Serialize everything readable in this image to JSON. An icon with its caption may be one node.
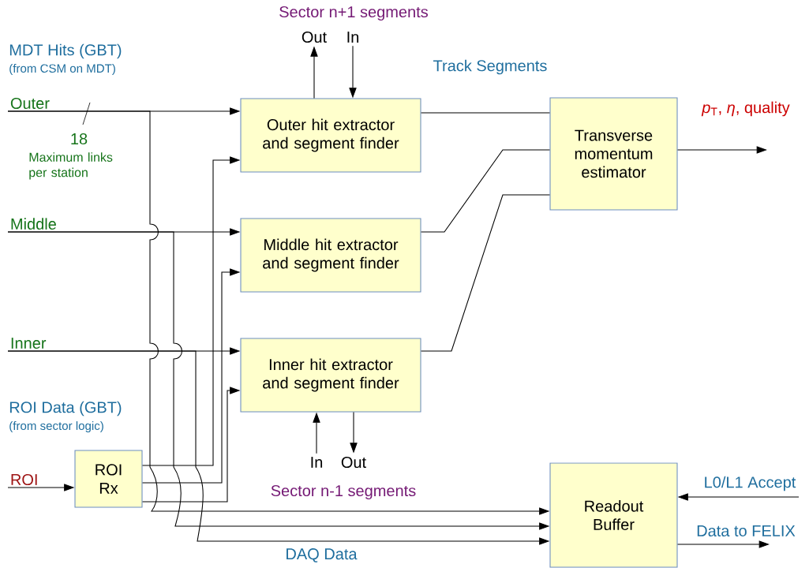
{
  "diagram": {
    "nodes": [
      {
        "text": [
          "Out"
        ]
      },
      {
        "text": [
          "In"
        ]
      },
      {
        "text": [
          "Outer"
        ]
      },
      {
        "text": [
          "Outer hit extractor and segment finder"
        ]
      },
      {
        "text": [
          "Transverse momentum estimator"
        ]
      },
      {
        "text": [
          "Middle"
        ]
      },
      {
        "text": [
          "Middle hit extractor and segment finder"
        ]
      },
      {
        "text": [
          "Inner"
        ]
      },
      {
        "text": [
          "Inner hit extractor and segment finder"
        ]
      },
      {
        "text": [
          "In"
        ]
      },
      {
        "text": [
          "Out"
        ]
      },
      {
        "text": [
          "ROI"
        ]
      },
      {
        "text": [
          "ROI Rx"
        ]
      },
      {
        "text": [
          "Readout Buffer"
        ]
      }
    ],
    "edges": [
      {
        "from": 2,
        "to": 3,
        "arrow": "to"
      },
      {
        "from": 2,
        "to": 13,
        "arrow": "to"
      },
      {
        "from": 5,
        "to": 6,
        "arrow": "to"
      },
      {
        "from": 5,
        "to": 13,
        "arrow": "to"
      },
      {
        "from": 7,
        "to": 8,
        "arrow": "to"
      },
      {
        "from": 7,
        "to": 13,
        "arrow": "to"
      },
      {
        "from": 11,
        "to": 12,
        "arrow": "to"
      },
      {
        "from": 12,
        "to": 3,
        "arrow": "to"
      },
      {
        "from": 12,
        "to": 6,
        "arrow": "to"
      },
      {
        "from": 12,
        "to": 8,
        "arrow": "to"
      },
      {
        "from": 3,
        "to": 4,
        "arrow": "none"
      },
      {
        "from": 6,
        "to": 4,
        "arrow": "none"
      },
      {
        "from": 8,
        "to": 4,
        "arrow": "none"
      },
      {
        "from": 4,
        "to": null,
        "arrow": "to",
        "label": "*p*$_{T}$, *η*, quality"
      },
      {
        "from": 3,
        "to": 0,
        "arrow": "to"
      },
      {
        "from": 1,
        "to": 3,
        "arrow": "to"
      },
      {
        "from": 9,
        "to": 8,
        "arrow": "to"
      },
      {
        "from": 8,
        "to": 10,
        "arrow": "to"
      },
      {
        "from": null,
        "to": 13,
        "arrow": "to",
        "label": "L0/L1 Accept"
      },
      {
        "from": 13,
        "to": null,
        "arrow": "to",
        "label": "Data to FELIX"
      }
    ],
    "labels": [
      "MDT Hits (GBT)",
      "(from CSM on MDT)",
      "18",
      "Maximum links per station",
      "Sector n+1 segments",
      "Track Segments",
      "ROI Data (GBT)",
      "(from sector logic)",
      "Sector n-1 segments",
      "DAQ Data"
    ]
  }
}
